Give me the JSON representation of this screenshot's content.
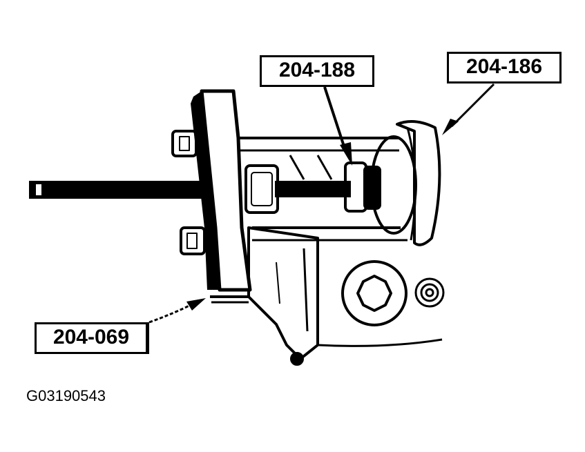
{
  "figure": {
    "id_label": "G03190543",
    "callouts": [
      {
        "id": "c188",
        "label": "204-188",
        "target": "forcing screw nut / adapter"
      },
      {
        "id": "c186",
        "label": "204-186",
        "target": "receiver cup"
      },
      {
        "id": "c069",
        "label": "204-069",
        "target": "puller plate"
      }
    ]
  },
  "colors": {
    "ink": "#000000",
    "paper": "#ffffff"
  }
}
